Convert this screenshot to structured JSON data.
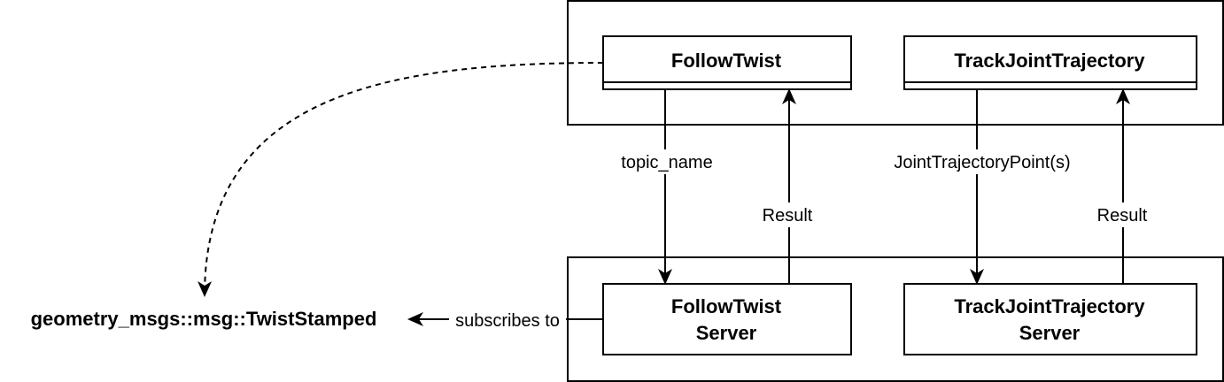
{
  "diagram": {
    "nodes": {
      "follow_twist": {
        "title": "FollowTwist"
      },
      "track_joint_trajectory": {
        "title": "TrackJointTrajectory"
      },
      "follow_twist_server": {
        "line1": "FollowTwist",
        "line2": "Server"
      },
      "track_joint_trajectory_server": {
        "line1": "TrackJointTrajectory",
        "line2": "Server"
      },
      "twist_stamped": {
        "title": "geometry_msgs::msg::TwistStamped"
      }
    },
    "edges": {
      "topic_name": "topic_name",
      "follow_result": "Result",
      "joint_trajectory_points": "JointTrajectoryPoint(s)",
      "track_result": "Result",
      "subscribes_to": "subscribes to"
    },
    "colors": {
      "stroke": "#000000",
      "fill": "#ffffff",
      "text": "#000000"
    }
  }
}
